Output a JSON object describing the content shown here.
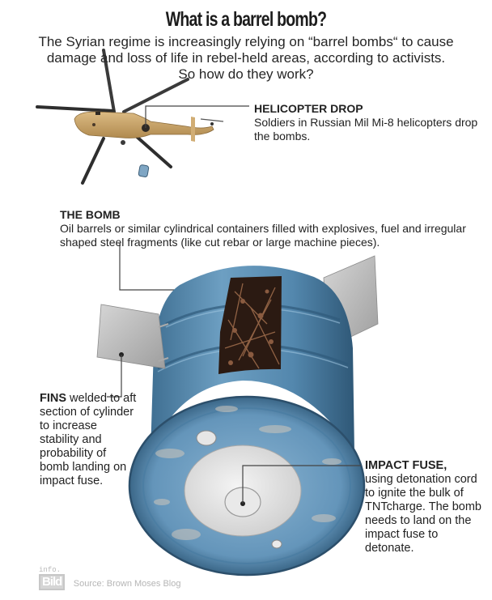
{
  "header": {
    "title": "What is a barrel bomb?",
    "intro_lines": [
      "The Syrian regime is increasingly relying on “barrel bombs“ to cause",
      "damage and loss of life in rebel-held areas, according to activists.",
      "So how do they work?"
    ]
  },
  "callouts": {
    "helicopter": {
      "heading": "HELICOPTER DROP",
      "body": "Soldiers in Russian Mil Mi-8 helicopters drop the bombs."
    },
    "bomb": {
      "heading": "THE BOMB",
      "body": "Oil barrels or similar cylindrical containers filled with explosives, fuel and irregular shaped steel fragments (like cut rebar or large machine pieces)."
    },
    "fins": {
      "heading": "FINS",
      "body": " welded to aft section of cylinder to increase stability and probability of bomb landing on impact fuse."
    },
    "fuse": {
      "heading": "IMPACT FUSE,",
      "body": "using detonation cord to ignite the bulk of TNTcharge. The bomb needs to land on the impact fuse to detonate."
    }
  },
  "footer": {
    "logo_top": "info.",
    "logo_main": "Bild",
    "source": "Source: Brown Moses Blog"
  },
  "colors": {
    "barrel_blue": "#5b8fb3",
    "helicopter_tan": "#c9a46a",
    "fin_gray": "#bdbdbd",
    "text": "#1f1f1f",
    "source_gray": "#b5b5b5"
  }
}
